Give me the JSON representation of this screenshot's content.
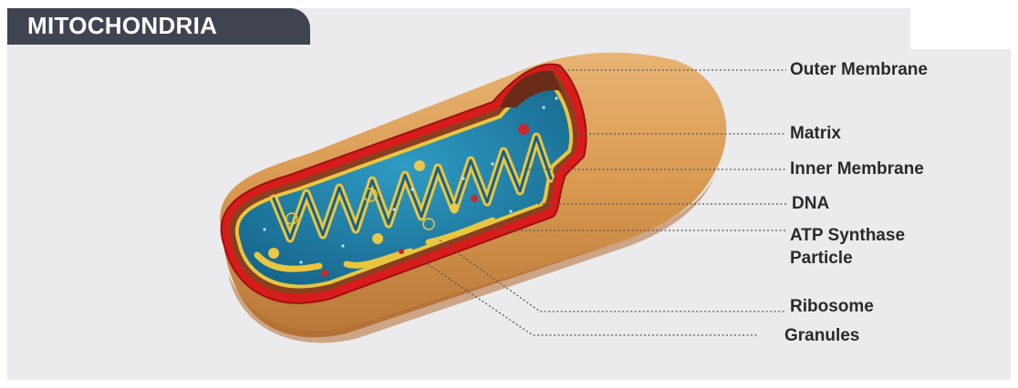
{
  "title": "MITOCHONDRIA",
  "labels": {
    "outer_membrane": "Outer Membrane",
    "matrix": "Matrix",
    "inner_membrane": "Inner Membrane",
    "dna": "DNA",
    "atp_line1": "ATP Synthase",
    "atp_line2": "Particle",
    "ribosome": "Ribosome",
    "granules": "Granules"
  },
  "colors": {
    "header_bg": "#3f4450",
    "panel_bg": "#ebebee",
    "outer_body": "#d8974e",
    "membrane_red": "#d81c1c",
    "matrix_blue": "#1f7fa8",
    "cristae_yellow": "#e9c640"
  }
}
